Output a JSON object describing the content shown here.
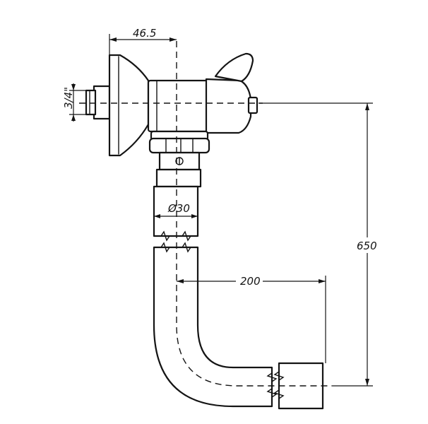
{
  "dimensions": {
    "flange_offset": "46.5",
    "thread_size": "3/4\"",
    "pipe_diameter": "Ø30",
    "total_height": "650",
    "outlet_offset": "200"
  }
}
